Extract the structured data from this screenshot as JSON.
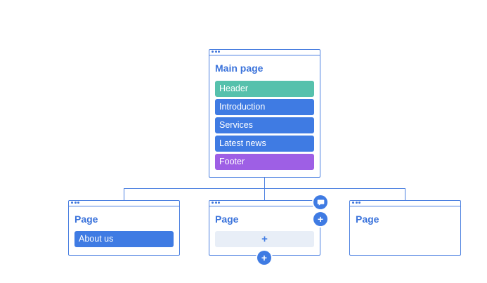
{
  "main_window": {
    "title": "Main page",
    "sections": [
      {
        "label": "Header",
        "color": "#56c1ac"
      },
      {
        "label": "Introduction",
        "color": "#3f7be3"
      },
      {
        "label": "Services",
        "color": "#3f7be3"
      },
      {
        "label": "Latest news",
        "color": "#3f7be3"
      },
      {
        "label": "Footer",
        "color": "#9e5fe5"
      }
    ]
  },
  "child_pages": [
    {
      "title": "Page",
      "block_label": "About us"
    },
    {
      "title": "Page",
      "placeholder_symbol": "+"
    },
    {
      "title": "Page"
    }
  ],
  "actions": {
    "comment_icon": "comment-icon",
    "add_symbol": "+"
  },
  "colors": {
    "accent": "#3f7be3",
    "border": "#4a7fe0",
    "header_block": "#56c1ac",
    "footer_block": "#9e5fe5",
    "placeholder_bg": "#e8eef7"
  }
}
